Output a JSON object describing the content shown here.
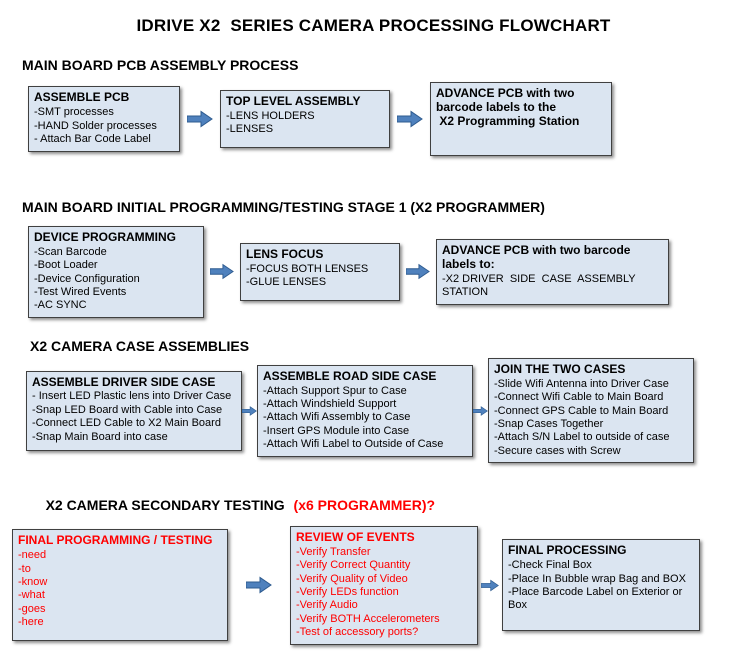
{
  "title": "IDRIVE X2  SERIES CAMERA PROCESSING FLOWCHART",
  "colors": {
    "box_fill": "#dbe5f1",
    "box_border": "#404040",
    "arrow_fill": "#4f81bd",
    "arrow_stroke": "#2e5b8f",
    "red_text": "#ff0000"
  },
  "sections": [
    {
      "heading": "MAIN BOARD PCB ASSEMBLY PROCESS",
      "boxes": [
        {
          "title": "ASSEMBLE PCB",
          "items": [
            "-SMT processes",
            "-HAND Solder processes",
            "- Attach Bar Code Label"
          ]
        },
        {
          "title": "TOP LEVEL ASSEMBLY",
          "items": [
            "-LENS HOLDERS",
            "-LENSES"
          ]
        },
        {
          "title": "ADVANCE PCB with two\nbarcode labels to the\n X2 Programming Station",
          "items": []
        }
      ]
    },
    {
      "heading": "MAIN BOARD INITIAL PROGRAMMING/TESTING STAGE 1 (X2 PROGRAMMER)",
      "boxes": [
        {
          "title": "DEVICE PROGRAMMING",
          "items": [
            "-Scan Barcode",
            "-Boot Loader",
            "-Device Configuration",
            "-Test Wired Events",
            "-AC SYNC"
          ]
        },
        {
          "title": "LENS FOCUS",
          "items": [
            "-FOCUS BOTH LENSES",
            "-GLUE LENSES"
          ]
        },
        {
          "title": "ADVANCE PCB with two barcode labels to:",
          "items": [
            "-X2 DRIVER  SIDE  CASE  ASSEMBLY STATION"
          ]
        }
      ]
    },
    {
      "heading": "X2 CAMERA CASE ASSEMBLIES",
      "boxes": [
        {
          "title": "ASSEMBLE DRIVER SIDE CASE",
          "items": [
            "- Insert LED Plastic lens into Driver Case",
            "-Snap LED Board with Cable into Case",
            "-Connect LED Cable to X2 Main Board",
            "-Snap Main Board into case"
          ]
        },
        {
          "title": "ASSEMBLE ROAD SIDE CASE",
          "items": [
            "-Attach Support Spur to Case",
            "-Attach Windshield Support",
            "-Attach Wifi Assembly to Case",
            "-Insert GPS Module into Case",
            "-Attach Wifi Label to Outside of Case"
          ]
        },
        {
          "title": "JOIN THE TWO CASES",
          "items": [
            "-Slide Wifi Antenna into Driver Case",
            "-Connect Wifi Cable to Main Board",
            "-Connect GPS Cable to Main Board",
            "-Snap Cases Together",
            "-Attach S/N Label to outside of case",
            "-Secure cases with Screw"
          ]
        }
      ]
    },
    {
      "heading": "X2 CAMERA SECONDARY TESTING ",
      "heading_suffix": "(x6 PROGRAMMER)?",
      "boxes": [
        {
          "title": "FINAL PROGRAMMING / TESTING",
          "items": [
            "-need",
            "-to",
            "-know",
            "-what",
            "-goes",
            "-here"
          ]
        },
        {
          "title": "REVIEW OF EVENTS",
          "items": [
            "-Verify Transfer",
            "-Verify Correct Quantity",
            "-Verify Quality of Video",
            "-Verify LEDs function",
            "-Verify Audio",
            "-Verify BOTH Accelerometers",
            "-Test of accessory ports?"
          ]
        },
        {
          "title": "FINAL PROCESSING",
          "items": [
            "-Check Final Box",
            "-Place In Bubble wrap Bag and BOX",
            "-Place Barcode Label on Exterior or Box"
          ]
        }
      ]
    }
  ]
}
